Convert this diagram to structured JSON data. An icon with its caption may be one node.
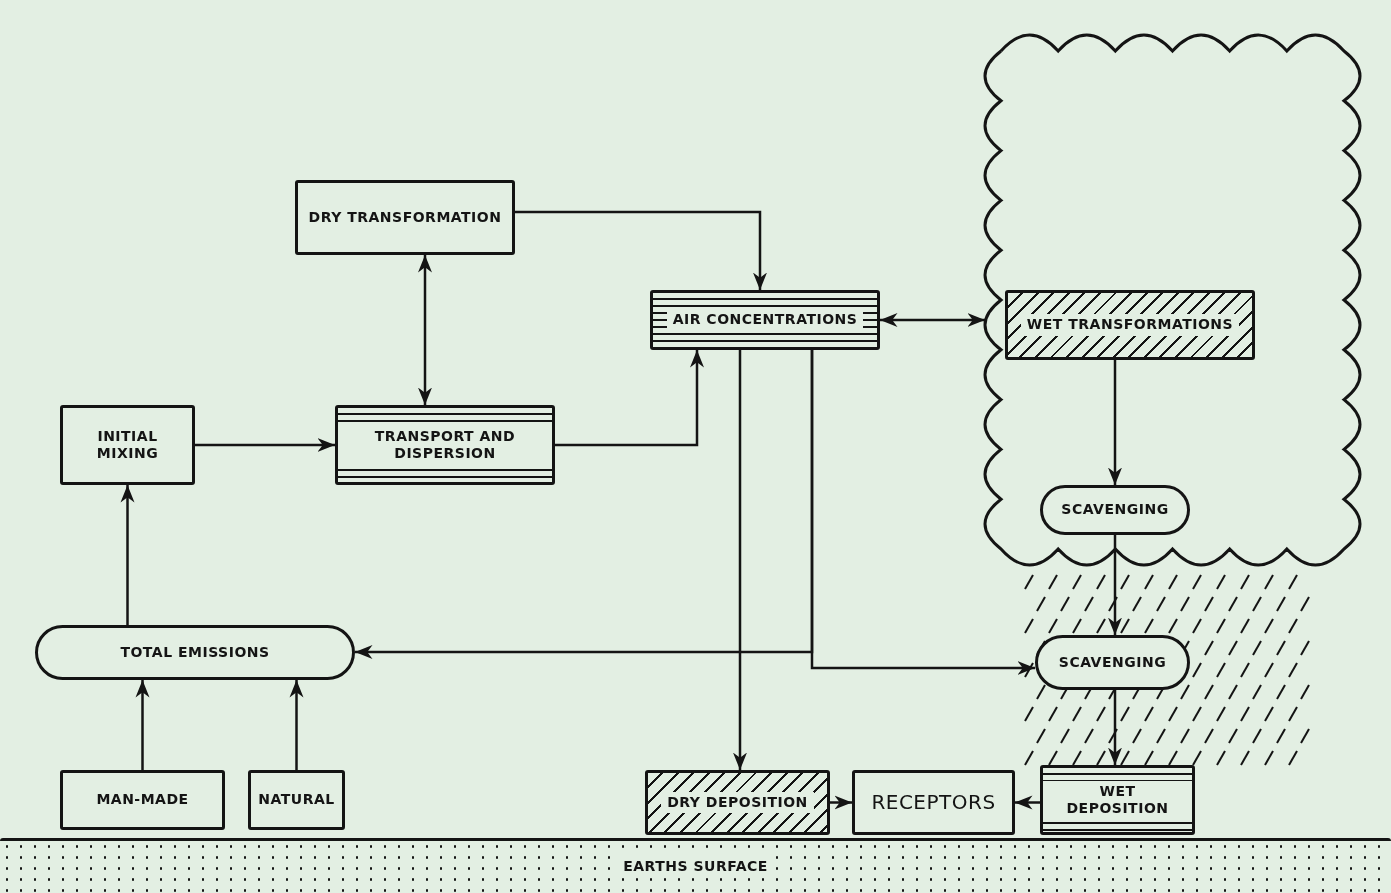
{
  "diagram": {
    "nodes": [
      {
        "text": [
          "DRY TRANSFORMATION"
        ]
      },
      {
        "text": [
          "AIR CONCENTRATIONS"
        ]
      },
      {
        "text": [],
        "shape": "cloud"
      },
      {
        "text": [
          "WET TRANSFORMATIONS"
        ],
        "in": 2
      },
      {
        "text": [
          "INITIAL MIXING"
        ]
      },
      {
        "text": [
          "TRANSPORT AND DISPERSION"
        ]
      },
      {
        "text": [
          "SCAVENGING"
        ],
        "in": 2
      },
      {
        "text": [
          "TOTAL EMISSIONS"
        ]
      },
      {
        "text": [
          "SCAVENGING"
        ]
      },
      {
        "text": [
          "MAN-MADE"
        ]
      },
      {
        "text": [
          "NATURAL"
        ]
      },
      {
        "text": [
          "DRY DEPOSITION"
        ]
      },
      {
        "text": [
          "RECEPTORS"
        ]
      },
      {
        "text": [
          "WET DEPOSITION"
        ]
      },
      {
        "text": [
          "EARTHS SURFACE"
        ]
      }
    ],
    "edges": [
      {
        "from": 0,
        "to": 1,
        "arrow": "to"
      },
      {
        "from": 0,
        "to": 5,
        "arrow": "both"
      },
      {
        "from": 4,
        "to": 5,
        "arrow": "to"
      },
      {
        "from": 5,
        "to": 1,
        "arrow": "to"
      },
      {
        "from": 1,
        "to": 2,
        "arrow": "both"
      },
      {
        "from": 3,
        "to": 6,
        "arrow": "to"
      },
      {
        "from": 6,
        "to": 8,
        "arrow": "to"
      },
      {
        "from": 1,
        "to": 11,
        "arrow": "to"
      },
      {
        "from": 1,
        "to": 7,
        "arrow": "to"
      },
      {
        "from": 1,
        "to": 8,
        "arrow": "to"
      },
      {
        "from": 8,
        "to": 13,
        "arrow": "to"
      },
      {
        "from": 11,
        "to": 12,
        "arrow": "to"
      },
      {
        "from": 13,
        "to": 12,
        "arrow": "to"
      },
      {
        "from": 9,
        "to": 7,
        "arrow": "to"
      },
      {
        "from": 10,
        "to": 7,
        "arrow": "to"
      },
      {
        "from": 7,
        "to": 4,
        "arrow": "to"
      }
    ]
  }
}
